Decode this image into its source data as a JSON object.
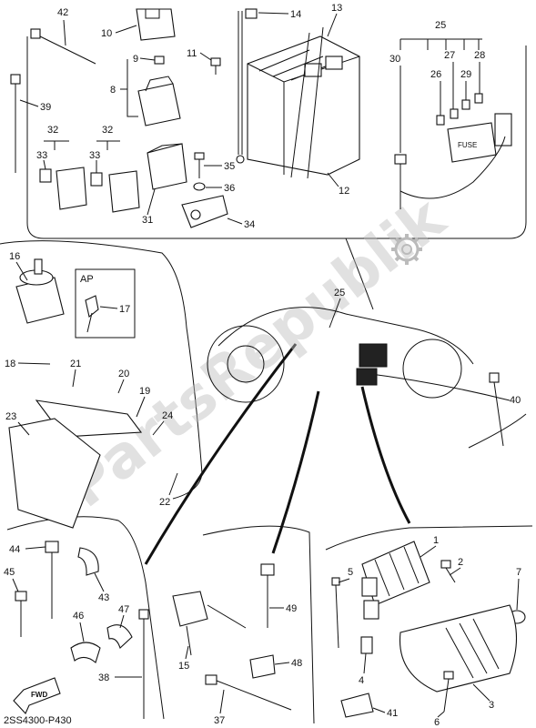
{
  "diagram_code": "2SS4300-P430",
  "watermark": "PartsRepublik",
  "fwd_label": "FWD",
  "ap_label": "AP",
  "fuse_label": "FUSE",
  "callouts": {
    "c1": "1",
    "c2": "2",
    "c3": "3",
    "c4": "4",
    "c5": "5",
    "c6": "6",
    "c7": "7",
    "c8": "8",
    "c9": "9",
    "c10": "10",
    "c11": "11",
    "c12": "12",
    "c13": "13",
    "c14": "14",
    "c15": "15",
    "c16": "16",
    "c17": "17",
    "c18": "18",
    "c19": "19",
    "c20": "20",
    "c21": "21",
    "c22": "22",
    "c23": "23",
    "c24": "24",
    "c25a": "25",
    "c25b": "25",
    "c26": "26",
    "c27": "27",
    "c28": "28",
    "c29": "29",
    "c30": "30",
    "c31": "31",
    "c32a": "32",
    "c32b": "32",
    "c33a": "33",
    "c33b": "33",
    "c34": "34",
    "c35": "35",
    "c36": "36",
    "c37": "37",
    "c38": "38",
    "c39": "39",
    "c40": "40",
    "c41": "41",
    "c42": "42",
    "c43": "43",
    "c44": "44",
    "c45": "45",
    "c46": "46",
    "c47": "47",
    "c48": "48",
    "c49": "49"
  },
  "icons": {
    "logo": "gear-icon"
  }
}
